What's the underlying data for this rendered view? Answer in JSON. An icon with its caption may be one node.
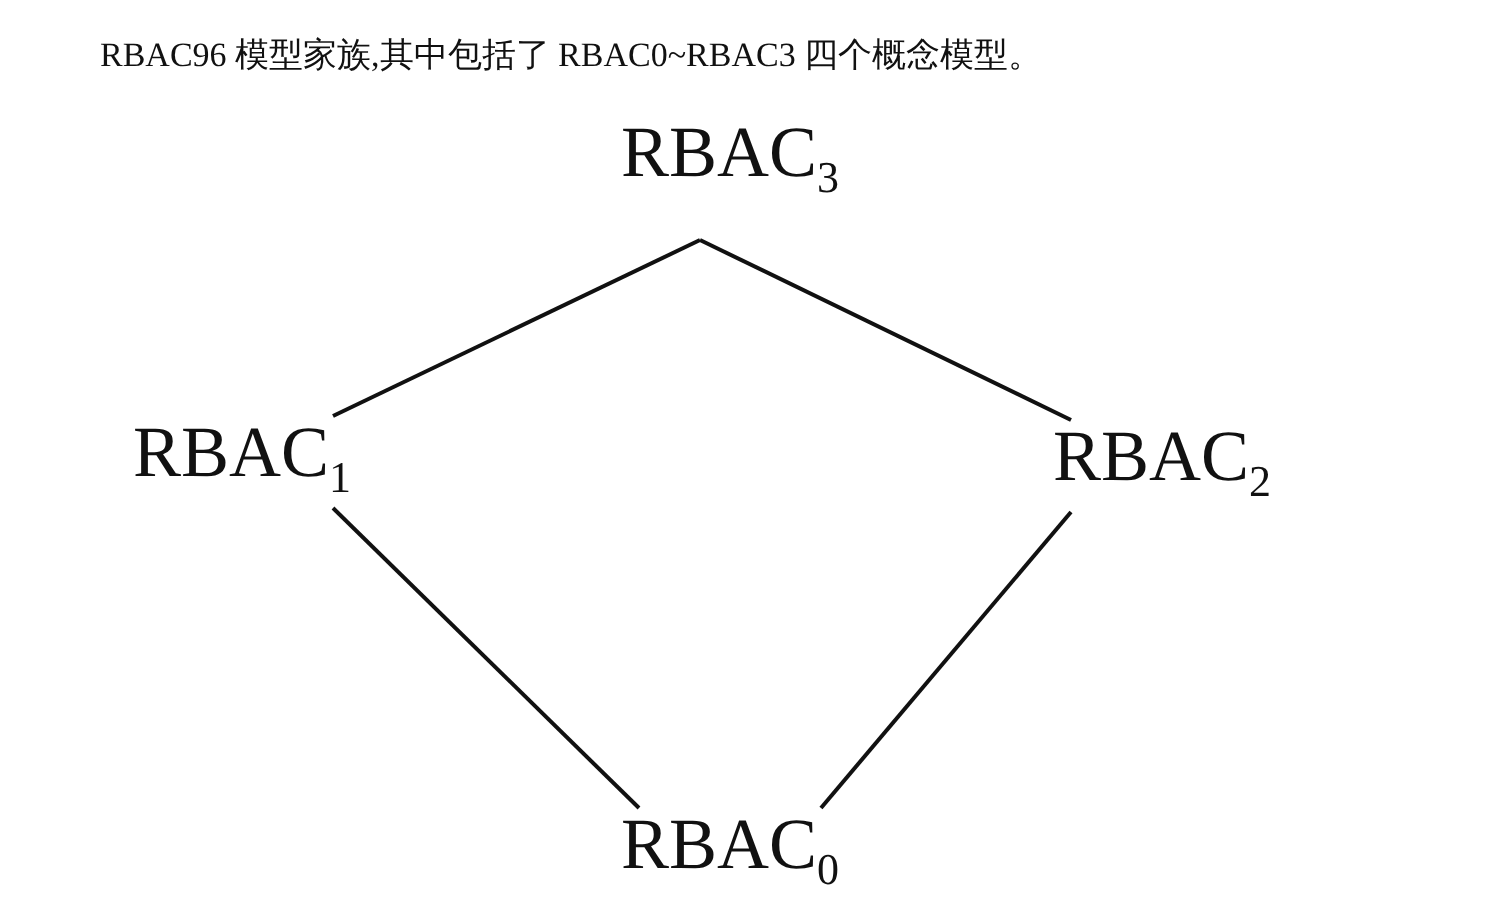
{
  "diagram": {
    "title": "RBAC96 模型家族,其中包括了 RBAC0~RBAC3 四个概念模型。",
    "nodes": [
      {
        "text": [
          "RBAC$_{3}$"
        ]
      },
      {
        "text": [
          "RBAC$_{1}$"
        ]
      },
      {
        "text": [
          "RBAC$_{2}$"
        ]
      },
      {
        "text": [
          "RBAC$_{0}$"
        ]
      }
    ],
    "edges": [
      {
        "from": 0,
        "to": 1,
        "arrow": "none"
      },
      {
        "from": 0,
        "to": 2,
        "arrow": "none"
      },
      {
        "from": 1,
        "to": 3,
        "arrow": "none"
      },
      {
        "from": 2,
        "to": 3,
        "arrow": "none"
      }
    ]
  }
}
